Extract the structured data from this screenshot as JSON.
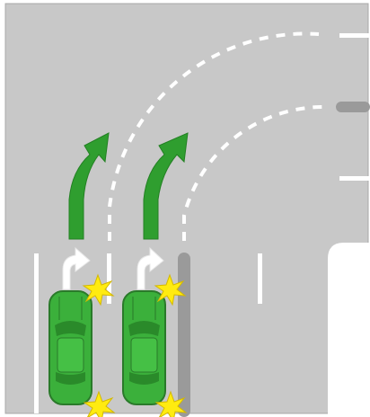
{
  "colors": {
    "background": "#ffffff",
    "road": "#c8c8c8",
    "road_edge": "#a9a9a9",
    "lane_marking": "#ffffff",
    "median": "#9a9a9a",
    "curb_area": "#ffffff",
    "turn_arrow": "#2f9e2f",
    "car_body": "#3bb03b",
    "car_outline": "#2a7a2a",
    "car_window": "#2a8a2a",
    "signal_flash": "#ffeb10",
    "signal_outline": "#d4b800",
    "guide_arrow": "#ffffff"
  },
  "scene": {
    "vehicles": [
      {
        "id": "left-lane-car",
        "lane": "left",
        "turning": "left",
        "indicators_on": true
      },
      {
        "id": "right-lane-car",
        "lane": "right",
        "turning": "left",
        "indicators_on": true
      }
    ],
    "icons": [
      "green-turn-arrow",
      "white-lane-arrow",
      "blinker-flash-icon",
      "car-icon"
    ]
  }
}
